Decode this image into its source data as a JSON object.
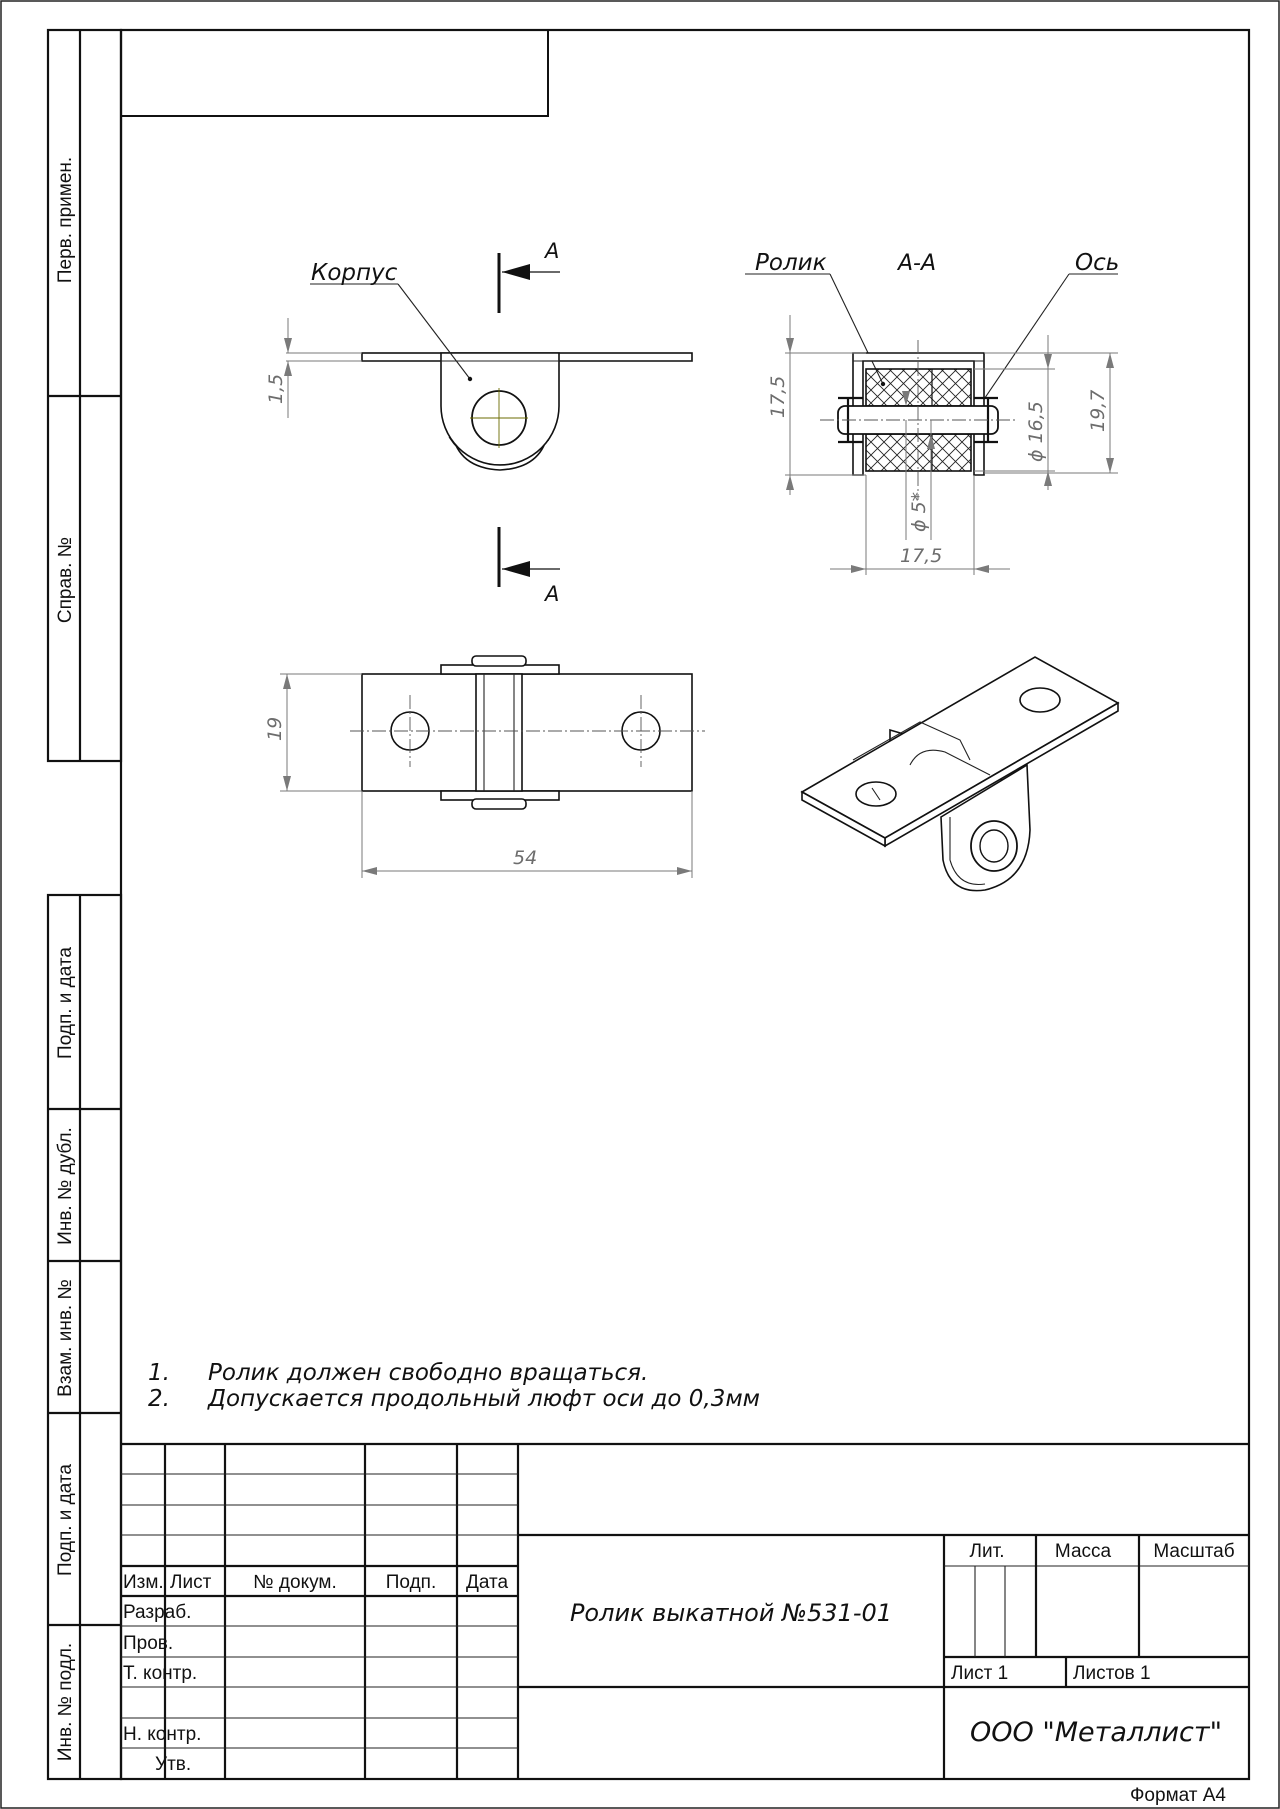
{
  "side_labels": {
    "perv_primen": "Перв. примен.",
    "sprav_no": "Справ. №",
    "podp_data_1": "Подп. и дата",
    "inv_no_dubl": "Инв. № дубл.",
    "vzam_inv_no": "Взам. инв. №",
    "podp_data_2": "Подп. и дата",
    "inv_no_podl": "Инв. № подл."
  },
  "drawing": {
    "label_korpus": "Корпус",
    "label_rolik": "Ролик",
    "label_os": "Ось",
    "section_letter": "А",
    "section_title": "А-А",
    "dims": {
      "d_1_5": "1,5",
      "d_17_5_v": "17,5",
      "d_16_5": "ϕ 16,5",
      "d_19_7": "19,7",
      "d_5": "ϕ 5*",
      "d_17_5_h": "17,5",
      "d_19": "19",
      "d_54": "54"
    }
  },
  "notes": [
    {
      "num": "1.",
      "text": "Ролик должен свободно вращаться."
    },
    {
      "num": "2.",
      "text": "Допускается продольный люфт оси до 0,3мм"
    }
  ],
  "title_block": {
    "col_izm": "Изм.",
    "col_list": "Лист",
    "col_dokum": "№ докум.",
    "col_podp": "Подп.",
    "col_data": "Дата",
    "row_razrab": "Разраб.",
    "row_prov": "Пров.",
    "row_tkontr": "Т. контр.",
    "row_nkontr": "Н. контр.",
    "row_utv": "Утв.",
    "designation": "Ролик выкатной №531-01",
    "lit": "Лит.",
    "massa": "Масса",
    "masshtab": "Масштаб",
    "list": "Лист 1",
    "listov": "Листов 1",
    "company": "ООО \"Металлист\""
  },
  "format": "Формат А4"
}
